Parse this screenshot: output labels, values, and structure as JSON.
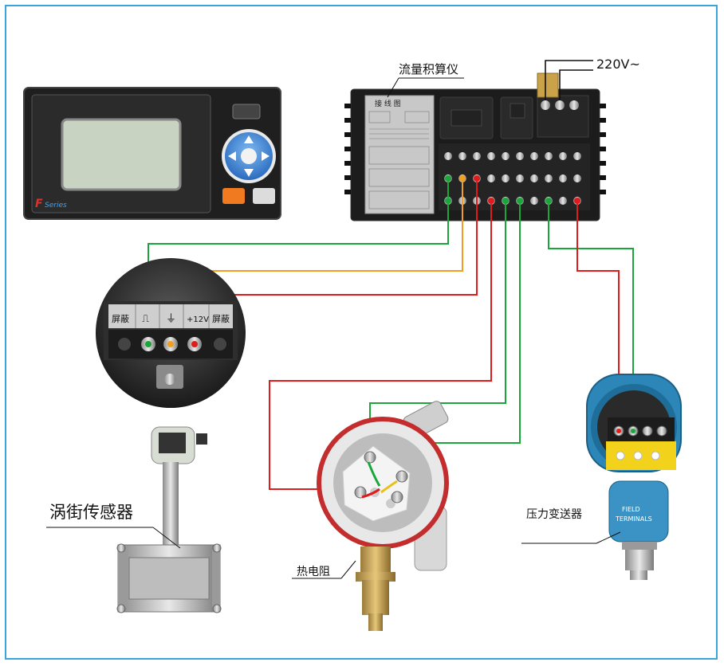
{
  "labels": {
    "flow_computer": "流量积算仪",
    "voltage": "220V~",
    "vortex_sensor": "涡街传感器",
    "rtd": "热电阻",
    "pressure_transmitter": "压力变送器"
  },
  "device": {
    "brand_letter": "F",
    "brand_series": "Series",
    "panel_title": "接 线 图"
  },
  "terminal_block": {
    "left_shield": "屏蔽",
    "pulse": "⎍",
    "ground": "⏚",
    "plus_12v": "+12V",
    "right_shield": "屏蔽"
  },
  "pressure_head": {
    "field_text": "FIELD",
    "terminal_text": "TERMINALS"
  },
  "colors": {
    "green_wire": "#1aa63a",
    "orange_wire": "#f0a020",
    "red_wire": "#e01b1b",
    "frame_border": "#3aa4dc",
    "transmitter_blue": "#2c86b8"
  }
}
